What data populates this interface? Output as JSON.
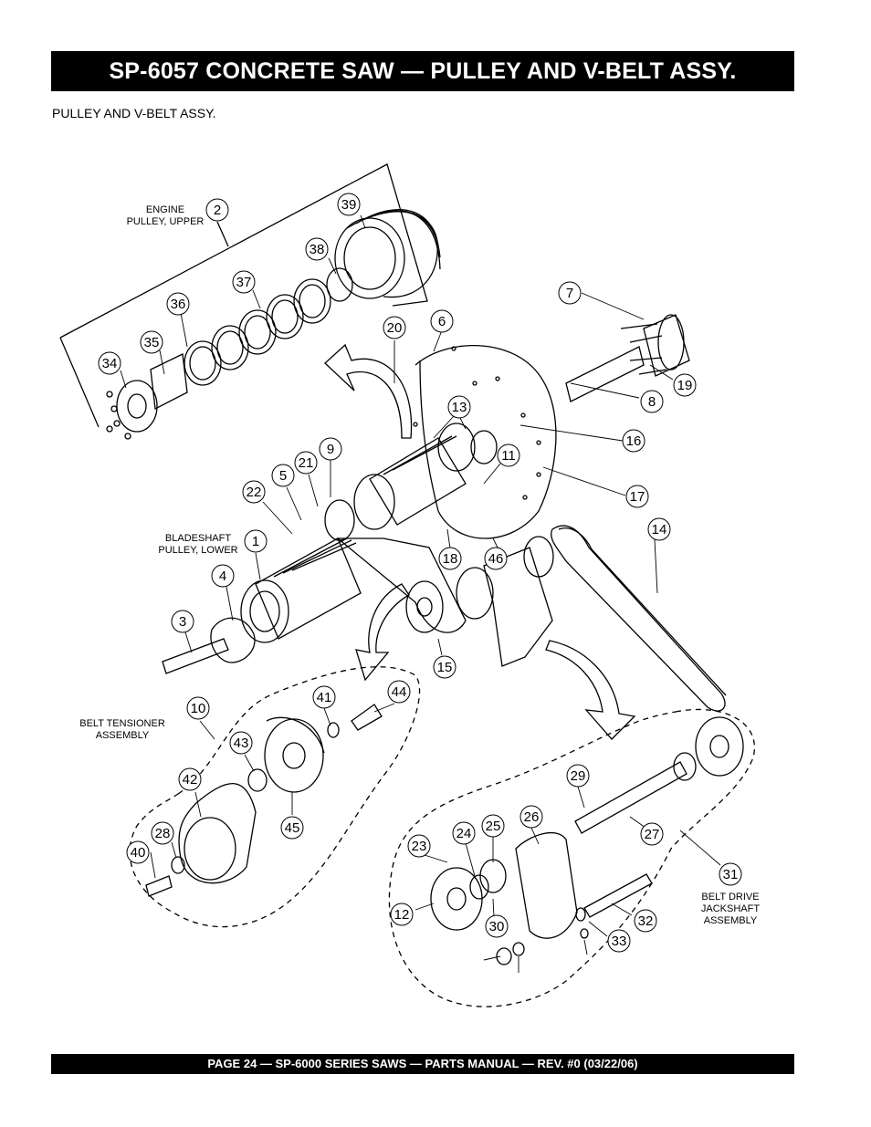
{
  "header": {
    "title": "SP-6057 CONCRETE SAW — PULLEY AND  V-BELT ASSY."
  },
  "subtitle": "PULLEY AND V-BELT ASSY.",
  "footer": {
    "text": "PAGE 24 — SP-6000 SERIES SAWS  — PARTS MANUAL — REV. #0 (03/22/06)"
  },
  "callouts": {
    "engine_pulley_l1": "ENGINE",
    "engine_pulley_l2": "PULLEY, UPPER",
    "bladeshaft_l1": "BLADESHAFT",
    "bladeshaft_l2": "PULLEY, LOWER",
    "tensioner_l1": "BELT TENSIONER",
    "tensioner_l2": "ASSEMBLY",
    "jackshaft_l1": "BELT DRIVE",
    "jackshaft_l2": "JACKSHAFT",
    "jackshaft_l3": "ASSEMBLY"
  },
  "part_numbers": [
    "2",
    "39",
    "38",
    "37",
    "36",
    "35",
    "34",
    "20",
    "6",
    "7",
    "19",
    "8",
    "13",
    "16",
    "11",
    "17",
    "14",
    "9",
    "21",
    "5",
    "22",
    "1",
    "4",
    "3",
    "18",
    "46",
    "15",
    "10",
    "41",
    "44",
    "43",
    "42",
    "45",
    "40",
    "28",
    "29",
    "27",
    "26",
    "25",
    "24",
    "23",
    "12",
    "30",
    "31",
    "32",
    "33"
  ]
}
